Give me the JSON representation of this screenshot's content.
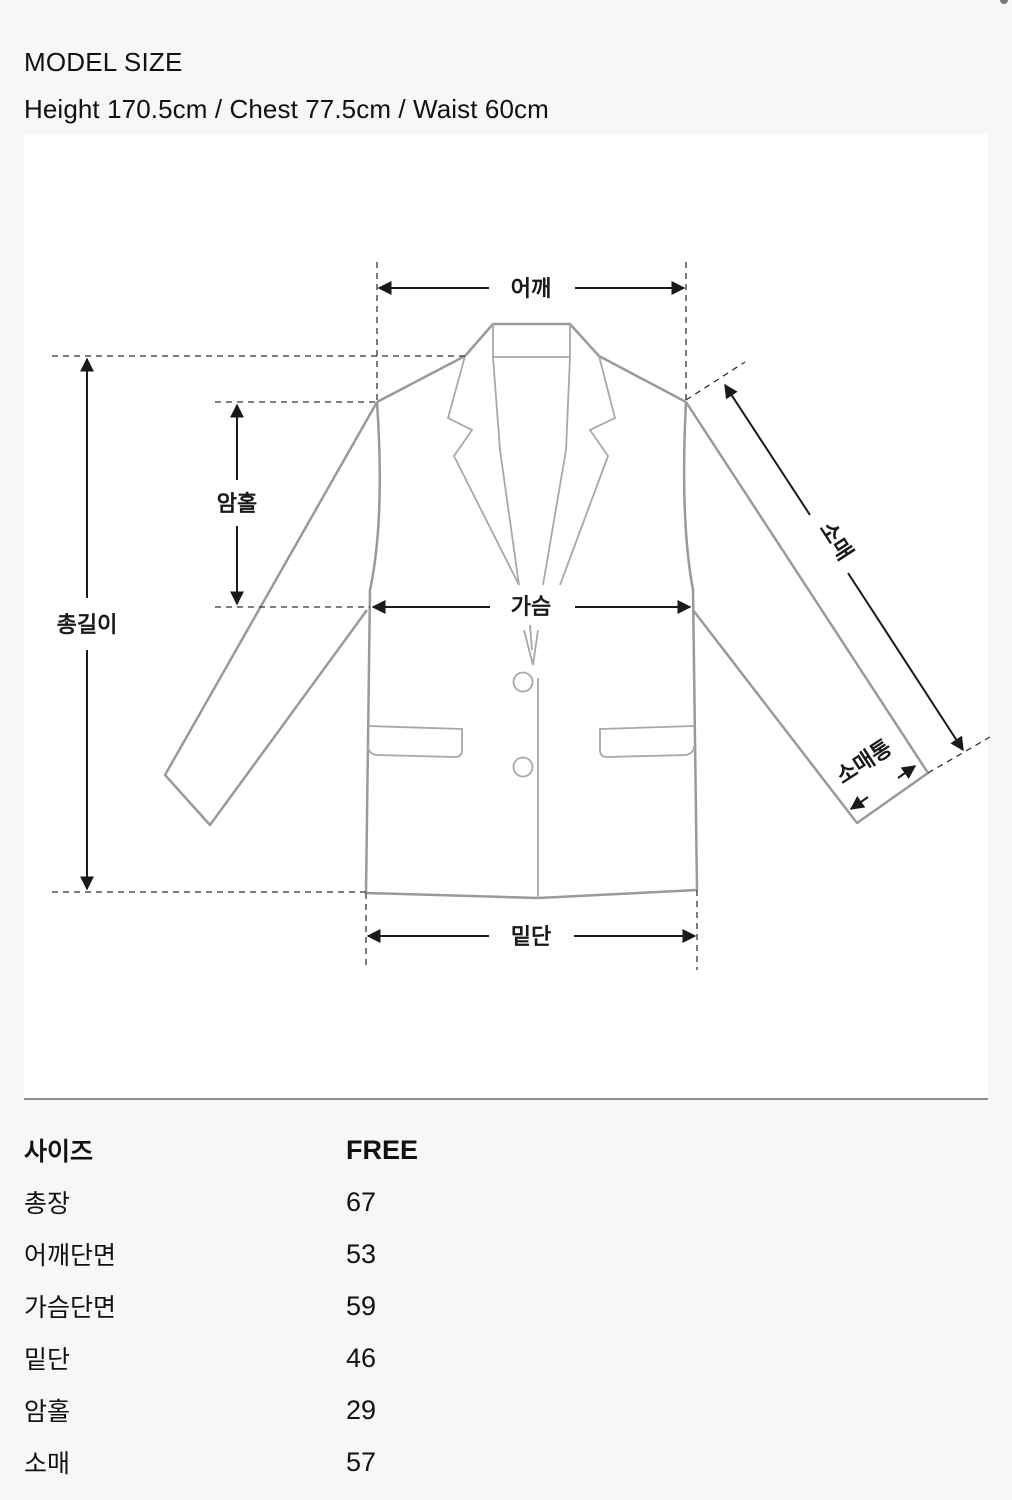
{
  "model_size": {
    "title": "MODEL SIZE",
    "specs": "Height 170.5cm / Chest 77.5cm / Waist 60cm"
  },
  "diagram": {
    "labels": {
      "shoulder": "어깨",
      "armhole": "암홀",
      "total_length": "총길이",
      "chest": "가슴",
      "sleeve": "소매",
      "sleeve_opening": "소매통",
      "hem": "밑단"
    },
    "colors": {
      "garment_outline": "#9a9a9a",
      "measure_line": "#1a1a1a",
      "panel_bg": "#ffffff",
      "page_bg": "#f7f7f7"
    }
  },
  "size_table": {
    "header": {
      "label": "사이즈",
      "value": "FREE"
    },
    "rows": [
      {
        "label": "총장",
        "value": "67"
      },
      {
        "label": "어깨단면",
        "value": "53"
      },
      {
        "label": "가슴단면",
        "value": "59"
      },
      {
        "label": "밑단",
        "value": "46"
      },
      {
        "label": "암홀",
        "value": "29"
      },
      {
        "label": "소매",
        "value": "57"
      }
    ]
  }
}
